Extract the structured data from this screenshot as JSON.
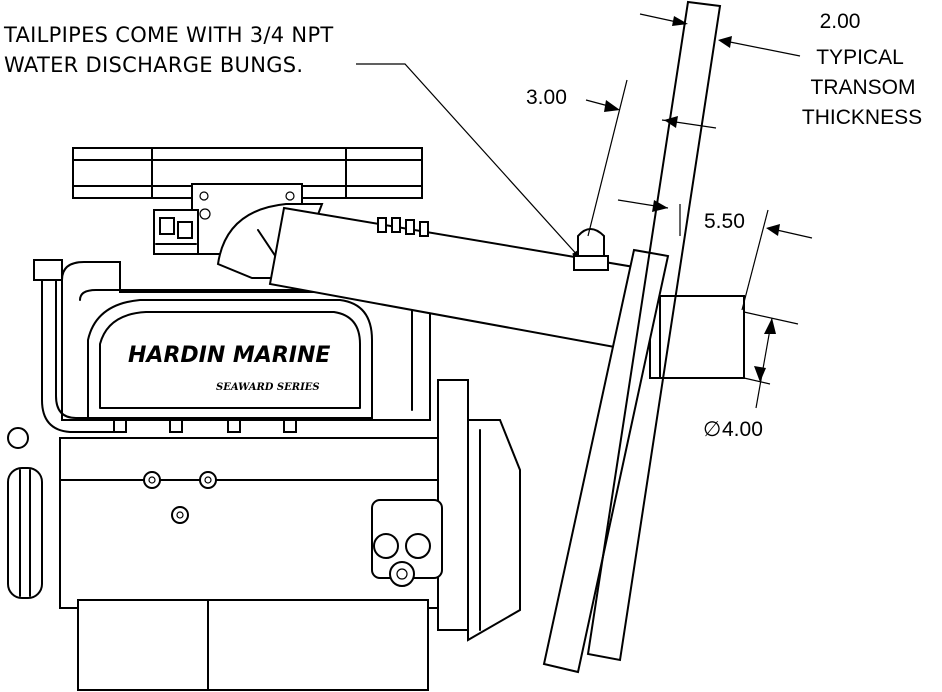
{
  "note": {
    "line1": "TAILPIPES COME WITH 3/4 NPT",
    "line2": "WATER DISCHARGE BUNGS."
  },
  "dimensions": {
    "transom_value": "2.00",
    "transom_line1": "TYPICAL",
    "transom_line2": "TRANSOM",
    "transom_line3": "THICKNESS",
    "offset": "3.00",
    "extension": "5.50",
    "diameter_symbol": "∅",
    "diameter": "4.00"
  },
  "branding": {
    "name": "HARDIN MARINE",
    "series": "SEAWARD SERIES"
  }
}
